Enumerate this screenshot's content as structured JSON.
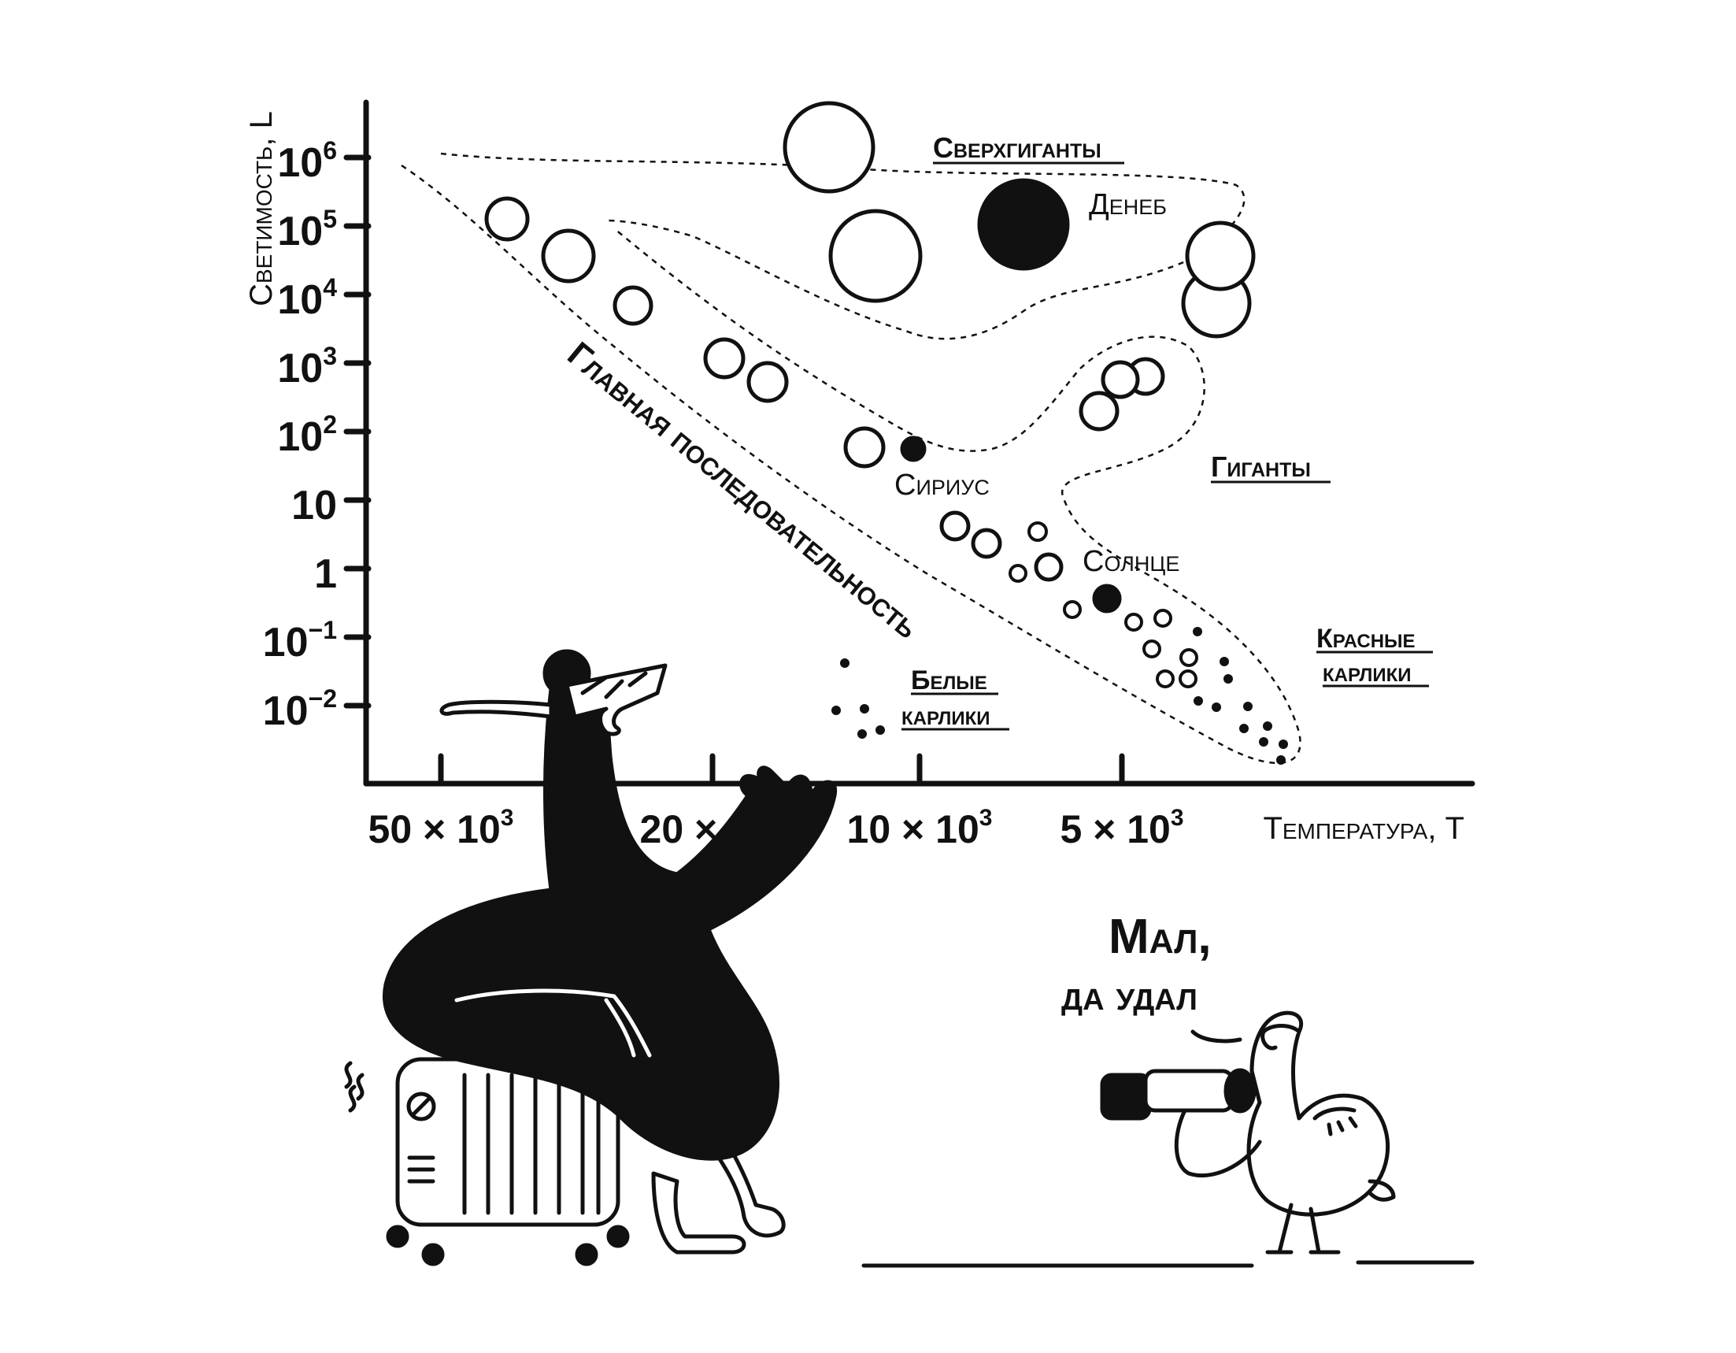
{
  "axes": {
    "y_title": "Светимость, L",
    "x_title": "Температура, T",
    "y_ticks": [
      {
        "base": "10",
        "exp": "6"
      },
      {
        "base": "10",
        "exp": "5"
      },
      {
        "base": "10",
        "exp": "4"
      },
      {
        "base": "10",
        "exp": "3"
      },
      {
        "base": "10",
        "exp": "2"
      },
      {
        "base": "10",
        "exp": ""
      },
      {
        "base": "1",
        "exp": ""
      },
      {
        "base": "10",
        "exp": "−1"
      },
      {
        "base": "10",
        "exp": "−2"
      }
    ],
    "x_ticks": [
      {
        "base": "50 × 10",
        "exp": "3"
      },
      {
        "base": "20 × 10",
        "exp": "3"
      },
      {
        "base": "10 × 10",
        "exp": "3"
      },
      {
        "base": "5 × 10",
        "exp": "3"
      }
    ]
  },
  "regions": {
    "supergiants": "Сверхгиганты",
    "giants": "Гиганты",
    "main_sequence": "Главная последовательность",
    "white_dwarfs_line1": "Белые",
    "white_dwarfs_line2": "карлики",
    "red_dwarfs_line1": "Красные",
    "red_dwarfs_line2": "карлики"
  },
  "stars": {
    "deneb": "Денеб",
    "sirius": "Сириус",
    "sun": "Солнце"
  },
  "speech": {
    "line1": "Мал,",
    "line2": "да удал"
  },
  "colors": {
    "ink": "#111111",
    "paper": "#ffffff"
  }
}
